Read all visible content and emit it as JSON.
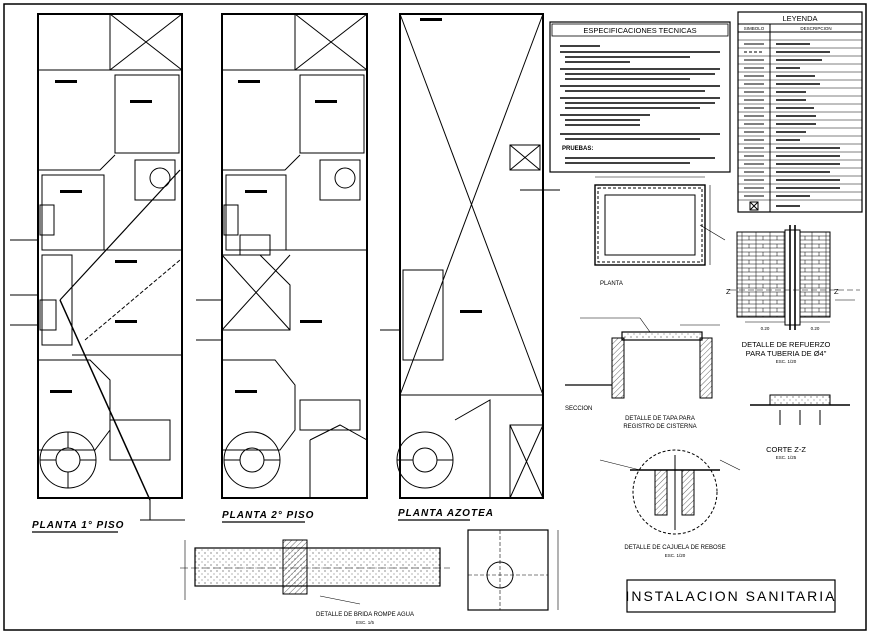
{
  "floors": {
    "first": "PLANTA 1° PISO",
    "second": "PLANTA 2° PISO",
    "roof": "PLANTA AZOTEA"
  },
  "specs": {
    "title": "ESPECIFICACIONES TECNICAS",
    "section2": "PRUEBAS:"
  },
  "legend": {
    "title": "LEYENDA",
    "col_symbol": "SIMBOLO",
    "col_desc": "DESCRIPCION"
  },
  "details": {
    "tank_plan": "PLANTA",
    "tank_section": "SECCION",
    "tank_lid_line1": "DETALLE DE TAPA PARA",
    "tank_lid_line2": "REGISTRO DE CISTERNA",
    "reinforce_line1": "DETALLE DE REFUERZO",
    "reinforce_line2": "PARA TUBERIA DE Ø4\"",
    "reinforce_scale": "ESC. 1/20",
    "cut": "CORTE Z-Z",
    "cut_scale": "ESC. 1/25",
    "z_left": "Z",
    "z_right": "Z",
    "dim_a": "0.20",
    "dim_b": "0.20",
    "box_detail": "DETALLE DE CAJUELA DE REBOSE",
    "box_scale": "ESC. 1/20",
    "flange_detail": "DETALLE DE BRIDA ROMPE AGUA",
    "flange_scale": "ESC. 1/5"
  },
  "title_block": {
    "name": "INSTALACION SANITARIA"
  }
}
